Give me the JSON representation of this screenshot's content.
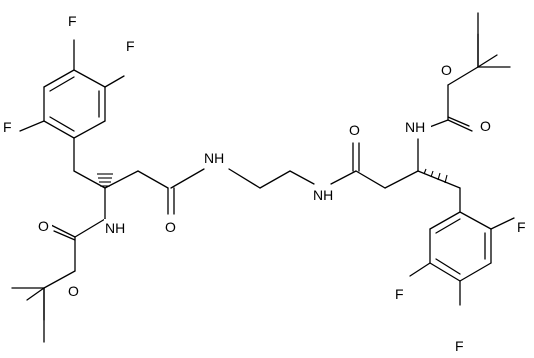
{
  "molecule": {
    "stroke_color": "#000000",
    "background": "#ffffff",
    "atoms": [
      {
        "id": "F1",
        "element": "F",
        "label": "F"
      },
      {
        "id": "F2",
        "element": "F",
        "label": "F"
      },
      {
        "id": "F3",
        "element": "F",
        "label": "F"
      },
      {
        "id": "F4",
        "element": "F",
        "label": "F"
      },
      {
        "id": "F5",
        "element": "F",
        "label": "F"
      },
      {
        "id": "F6",
        "element": "F",
        "label": "F"
      },
      {
        "id": "NH1",
        "element": "N",
        "label": "NH"
      },
      {
        "id": "NH2",
        "element": "N",
        "label": "NH"
      },
      {
        "id": "NH3",
        "element": "N",
        "label": "NH"
      },
      {
        "id": "NH4",
        "element": "N",
        "label": "NH"
      },
      {
        "id": "O1",
        "element": "O",
        "label": "O"
      },
      {
        "id": "O2",
        "element": "O",
        "label": "O"
      },
      {
        "id": "O3",
        "element": "O",
        "label": "O"
      },
      {
        "id": "O4",
        "element": "O",
        "label": "O"
      },
      {
        "id": "O5",
        "element": "O",
        "label": "O"
      },
      {
        "id": "O6",
        "element": "O",
        "label": "O"
      }
    ],
    "fragments": [
      {
        "name": "left-trifluorophenyl",
        "type": "aromatic-ring"
      },
      {
        "name": "right-trifluorophenyl",
        "type": "aromatic-ring"
      },
      {
        "name": "left-boc-group",
        "type": "tert-butyl-carbamate"
      },
      {
        "name": "right-boc-group",
        "type": "tert-butyl-carbamate"
      },
      {
        "name": "ethylenediamine-linker",
        "type": "chain"
      }
    ]
  }
}
